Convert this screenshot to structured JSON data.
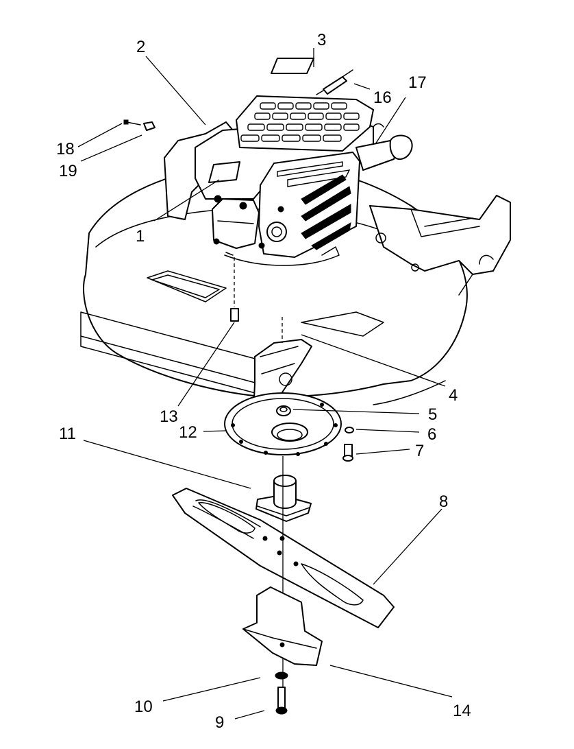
{
  "callouts": [
    {
      "id": "1",
      "label": "1"
    },
    {
      "id": "2",
      "label": "2"
    },
    {
      "id": "3",
      "label": "3"
    },
    {
      "id": "4",
      "label": "4"
    },
    {
      "id": "5",
      "label": "5"
    },
    {
      "id": "6",
      "label": "6"
    },
    {
      "id": "7",
      "label": "7"
    },
    {
      "id": "8",
      "label": "8"
    },
    {
      "id": "9",
      "label": "9"
    },
    {
      "id": "10",
      "label": "10"
    },
    {
      "id": "11",
      "label": "11"
    },
    {
      "id": "12",
      "label": "12"
    },
    {
      "id": "13",
      "label": "13"
    },
    {
      "id": "14",
      "label": "14"
    },
    {
      "id": "16",
      "label": "16"
    },
    {
      "id": "17",
      "label": "17"
    },
    {
      "id": "18",
      "label": "18"
    },
    {
      "id": "19",
      "label": "19"
    }
  ],
  "colors": {
    "ink": "#000000",
    "paper": "#ffffff"
  }
}
